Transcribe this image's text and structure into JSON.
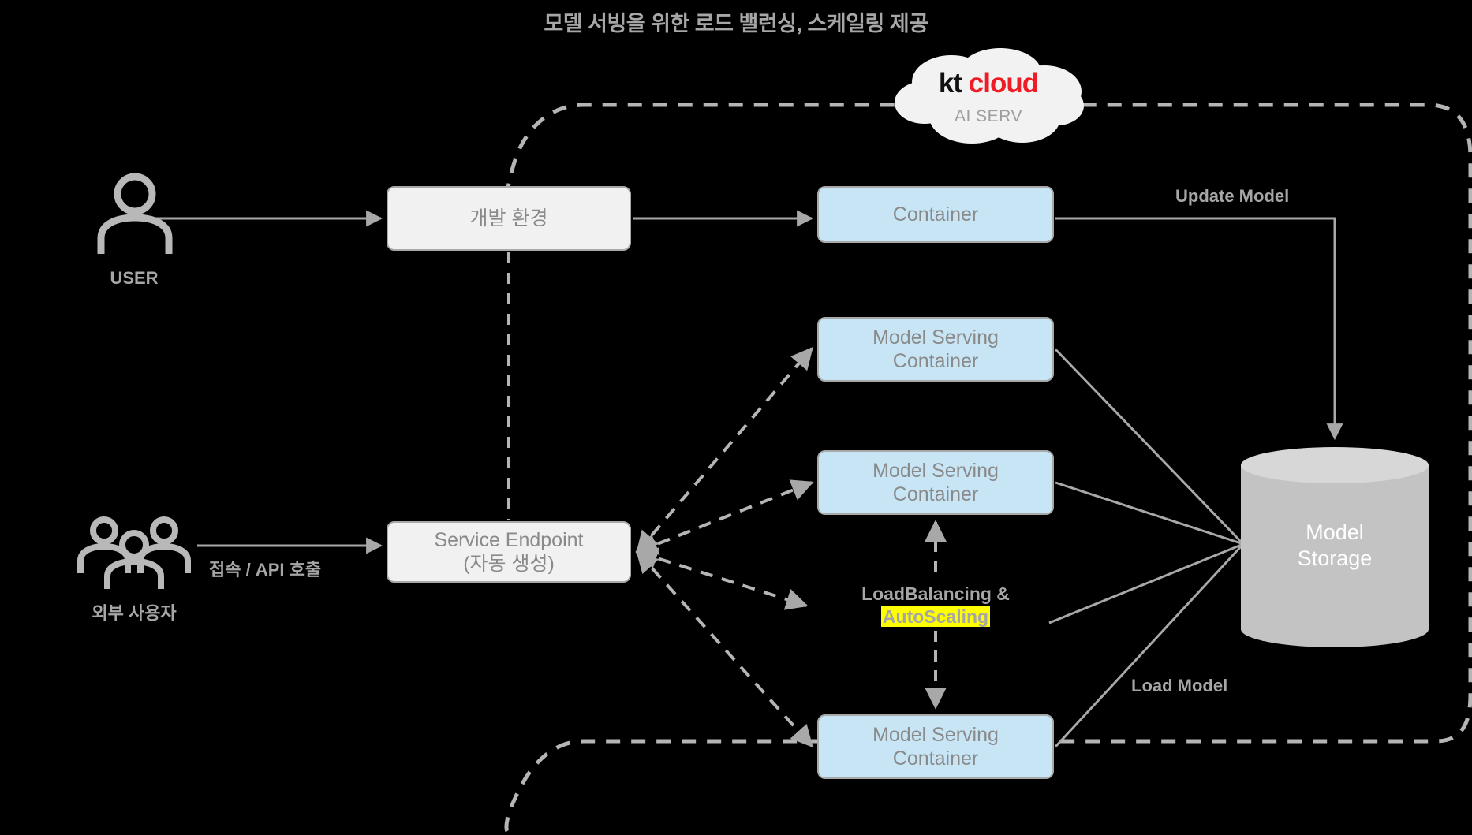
{
  "title": "모델 서빙을 위한 로드 밸런싱, 스케일링 제공",
  "cloud_badge": {
    "brand_first": "kt",
    "brand_second": "cloud",
    "subtitle": "AI SERV"
  },
  "actors": {
    "user": {
      "caption": "USER",
      "icon": "single-person-icon"
    },
    "external_users": {
      "caption": "외부 사용자",
      "icon": "group-of-people-icon"
    }
  },
  "nodes": {
    "dev_env": "개발 환경",
    "service_endpoint_line1": "Service Endpoint",
    "service_endpoint_line2": "(자동 생성)",
    "container": "Container",
    "model_serving_1_line1": "Model Serving",
    "model_serving_1_line2": "Container",
    "model_serving_2_line1": "Model Serving",
    "model_serving_2_line2": "Container",
    "model_serving_3_line1": "Model Serving",
    "model_serving_3_line2": "Container",
    "model_storage_line1": "Model",
    "model_storage_line2": "Storage"
  },
  "edge_labels": {
    "access_api_call": "접속 / API 호출",
    "update_model": "Update Model",
    "load_model": "Load Model",
    "load_balancing": "LoadBalancing &",
    "auto_scaling": "AutoScaling"
  },
  "colors": {
    "background": "#000000",
    "blue_node_fill": "#c7e5f5",
    "grey_node_fill": "#f1f1f1",
    "node_border": "#a8a8a8",
    "text_grey": "#8a8a8a",
    "line_grey": "#a8a8a8",
    "highlight_yellow": "#ffff00",
    "brand_red": "#ee1c25",
    "storage_fill": "#c3c3c3"
  }
}
